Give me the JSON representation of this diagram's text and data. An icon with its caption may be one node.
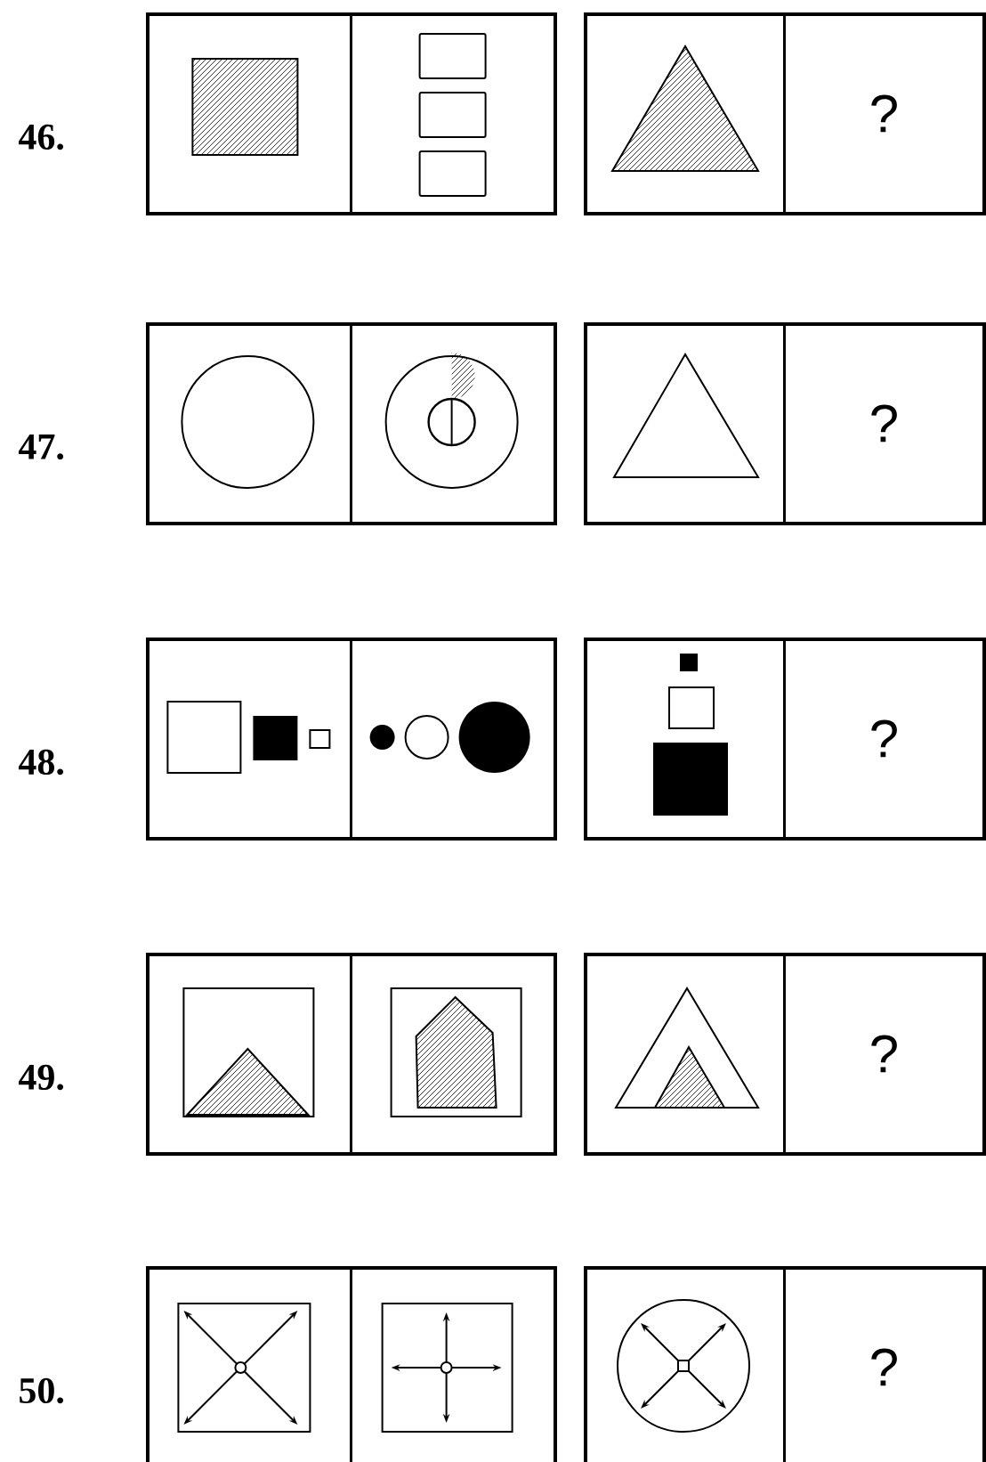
{
  "diagram": {
    "nodes": [
      {
        "text": [],
        "shape": "box"
      },
      {
        "text": [],
        "shape": "box",
        "in": 0
      },
      {
        "text": [],
        "shape": "box",
        "in": 0
      },
      {
        "text": [],
        "shape": "box"
      },
      {
        "text": [],
        "shape": "box",
        "in": 3
      },
      {
        "text": [
          "?"
        ],
        "in": 3
      },
      {
        "text": [],
        "shape": "box"
      },
      {
        "text": [],
        "shape": "box",
        "in": 6
      },
      {
        "text": [],
        "shape": "box",
        "in": 6
      },
      {
        "text": [],
        "shape": "box"
      },
      {
        "text": [],
        "shape": "box",
        "in": 9
      },
      {
        "text": [
          "?"
        ],
        "in": 9
      },
      {
        "text": [],
        "shape": "box"
      },
      {
        "text": [],
        "shape": "box",
        "in": 12
      },
      {
        "text": [],
        "shape": "box",
        "in": 12
      },
      {
        "text": [],
        "shape": "box"
      },
      {
        "text": [],
        "shape": "box",
        "in": 15
      },
      {
        "text": [
          "?"
        ],
        "in": 15
      },
      {
        "text": [],
        "shape": "box"
      },
      {
        "text": [],
        "shape": "box",
        "in": 18
      },
      {
        "text": [],
        "shape": "box",
        "in": 18
      },
      {
        "text": [],
        "shape": "box"
      },
      {
        "text": [],
        "shape": "box",
        "in": 21
      },
      {
        "text": [
          "?"
        ],
        "in": 21
      },
      {
        "text": [],
        "shape": "box"
      },
      {
        "text": [],
        "shape": "box",
        "in": 24
      },
      {
        "text": [],
        "shape": "box",
        "in": 24
      },
      {
        "text": [],
        "shape": "box"
      },
      {
        "text": [],
        "shape": "box",
        "in": 27
      },
      {
        "text": [
          "?"
        ],
        "in": 27
      }
    ],
    "labels": [
      "46.",
      "47.",
      "48.",
      "49.",
      "50."
    ]
  }
}
